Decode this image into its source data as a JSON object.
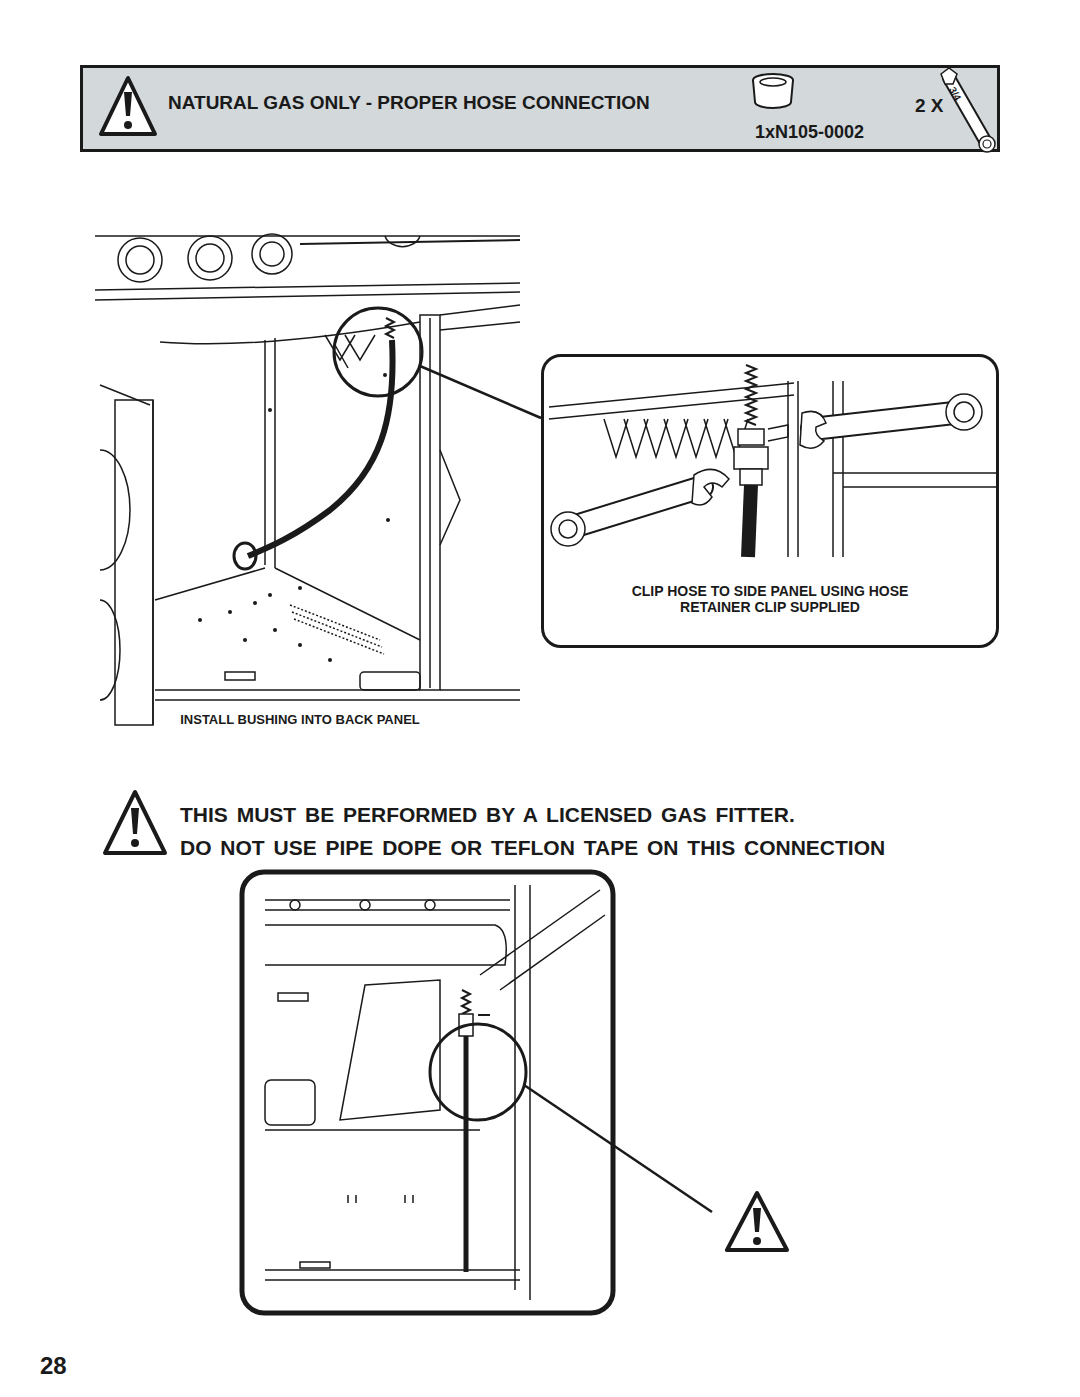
{
  "diagram": {
    "nodes": [
      {
        "text": [
          "NATURAL GAS ONLY - PROPER HOSE CONNECTION",
          "1xN105-0002",
          "2 X"
        ]
      },
      {
        "text": [
          "CLIP HOSE TO SIDE PANEL USING HOSE RETAINER CLIP SUPPLIED"
        ]
      }
    ],
    "labels": [
      "INSTALL BUSHING INTO BACK PANEL",
      "THIS MUST BE PERFORMED BY A LICENSED GAS FITTER.",
      "DO NOT USE PIPE DOPE OR TEFLON TAPE ON THIS CONNECTION",
      "28",
      "3/4"
    ]
  }
}
